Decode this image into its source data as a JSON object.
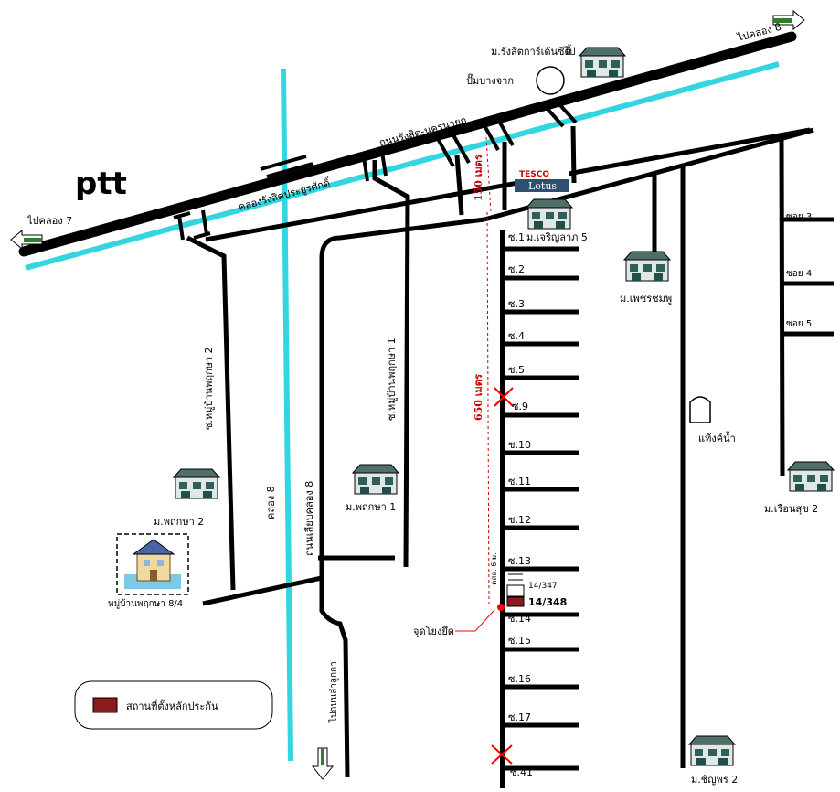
{
  "brand": {
    "text": "ptt",
    "color": "#2a52be"
  },
  "highway": {
    "to_left": "ไปคลอง 7",
    "to_right": "ไปคลอง 8",
    "road_name": "ถนนรังสิต-นครนายก",
    "canal_name": "คลองรังสิตประยูรศักดิ์"
  },
  "canal_vertical": "คลอง 8",
  "top_landmarks": {
    "village": "ม.รังสิตการ์เด้นซิตี้",
    "village_prefix": "ไป",
    "pump": "ปั๊มบางจาก"
  },
  "tesco": {
    "top": "TESCO",
    "bottom": "Lotus"
  },
  "distances": {
    "d150": "150 เมตร",
    "d650": "650 เมตร"
  },
  "villages": {
    "jaroen": "ม.เจริญลาภ 5",
    "phet": "ม.เพชรชมพู",
    "pruek2": "ม.พฤกษา 2",
    "pruek1": "ม.พฤกษา 1",
    "ruen": "ม.เรือนสุข 2",
    "chanya": "ม.ชัญพร 2",
    "pruek84": "หมู่บ้านพฤกษา 8/4"
  },
  "roads": {
    "soi_pruek2": "ซ.หมู่บ้านพฤกษา 2",
    "soi_pruek1": "ซ.หมู่บ้านพฤกษา 1",
    "road_k8": "ถนนเลียบคลอง 8",
    "to_lam_luk_ka": "ไปถนนลำลูกกา"
  },
  "sois": [
    "ซ.1",
    "ซ.2",
    "ซ.3",
    "ซ.4",
    "ซ.5",
    "ซ.9",
    "ซ.10",
    "ซ.11",
    "ซ.12",
    "ซ.13",
    "ซ.14",
    "ซ.15",
    "ซ.16",
    "ซ.17",
    "ซ.41"
  ],
  "right_sois": [
    "ซอย 3",
    "ซอย 4",
    "ซอย 5"
  ],
  "water_tank": "แท้งค์น้ำ",
  "plot": {
    "a": "14/347",
    "b": "14/348",
    "note": "คสล. 6 ม."
  },
  "origin": "จุดโยงยึด",
  "legend": {
    "label": "สถานที่ตั้งหลักประกัน",
    "color": "#8b1a1a"
  },
  "colors": {
    "road": "#000000",
    "canal": "#33d6e0",
    "arrow": "#2e7d32",
    "marker": "#ff0000"
  }
}
